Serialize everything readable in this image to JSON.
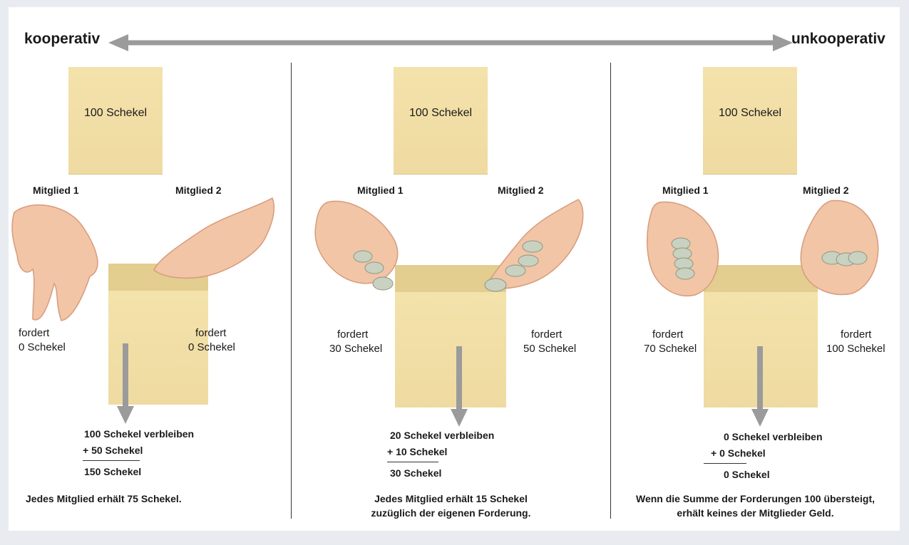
{
  "scale": {
    "left_label": "kooperativ",
    "right_label": "unkooperativ",
    "arrow_color": "#9b9b9b"
  },
  "envelope_color": "#f1dea6",
  "coin_color": "#c9d2c0",
  "panels": [
    {
      "id": "cooperative",
      "top_envelope_label": "100 Schekel",
      "member1_label": "Mitglied 1",
      "member2_label": "Mitglied 2",
      "claim1_line1": "fordert",
      "claim1_line2": "0 Schekel",
      "claim2_line1": "fordert",
      "claim2_line2": "0 Schekel",
      "remaining": "100 Schekel verbleiben",
      "bonus": "+ 50 Schekel",
      "total": "150 Schekel",
      "summary_line1": "Jedes Mitglied erhält 75 Schekel.",
      "summary_line2": ""
    },
    {
      "id": "middle",
      "top_envelope_label": "100 Schekel",
      "member1_label": "Mitglied 1",
      "member2_label": "Mitglied 2",
      "claim1_line1": "fordert",
      "claim1_line2": "30 Schekel",
      "claim2_line1": "fordert",
      "claim2_line2": "50 Schekel",
      "remaining": "20 Schekel verbleiben",
      "bonus": "+ 10 Schekel",
      "total": "30 Schekel",
      "summary_line1": "Jedes Mitglied erhält 15 Schekel",
      "summary_line2": "zuzüglich der eigenen Forderung."
    },
    {
      "id": "uncooperative",
      "top_envelope_label": "100 Schekel",
      "member1_label": "Mitglied 1",
      "member2_label": "Mitglied 2",
      "claim1_line1": "fordert",
      "claim1_line2": "70 Schekel",
      "claim2_line1": "fordert",
      "claim2_line2": "100 Schekel",
      "remaining": "0 Schekel verbleiben",
      "bonus": "+ 0 Schekel",
      "total": "0 Schekel",
      "summary_line1": "Wenn die Summe der Forderungen 100 übersteigt,",
      "summary_line2": "erhält keines der Mitglieder Geld."
    }
  ]
}
